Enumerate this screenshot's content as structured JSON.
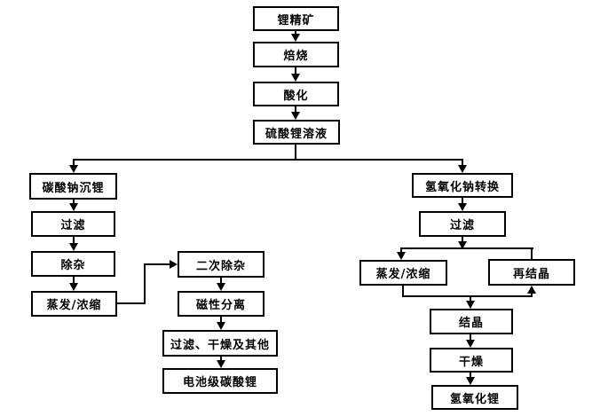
{
  "diagram": {
    "colors": {
      "background": "#ffffff",
      "line": "#000000",
      "text": "#000000"
    },
    "nodes": {
      "lithium_concentrate": {
        "label": "锂精矿"
      },
      "roasting": {
        "label": "焙烧"
      },
      "acidification": {
        "label": "酸化"
      },
      "lithium_sulfate_solution": {
        "label": "硫酸锂溶液"
      },
      "sodium_carbonate_precipitation": {
        "label": "碳酸钠沉锂"
      },
      "filtration_1": {
        "label": "过滤"
      },
      "impurity_removal": {
        "label": "除杂"
      },
      "evaporation_concentration_1": {
        "label": "蒸发/浓缩"
      },
      "secondary_impurity_removal": {
        "label": "二次除杂"
      },
      "magnetic_separation": {
        "label": "磁性分离"
      },
      "filtration_drying_others": {
        "label": "过滤、干燥及其他"
      },
      "battery_grade_lithium_carbonate": {
        "label": "电池级碳酸锂"
      },
      "naoh_conversion": {
        "label": "氢氧化钠转换"
      },
      "filtration_2": {
        "label": "过滤"
      },
      "evaporation_concentration_2": {
        "label": "蒸发/浓缩"
      },
      "recrystallization": {
        "label": "再结晶"
      },
      "crystallization": {
        "label": "结晶"
      },
      "drying": {
        "label": "干燥"
      },
      "lithium_hydroxide": {
        "label": "氢氧化锂"
      }
    },
    "edges": [
      {
        "from": "lithium_concentrate",
        "to": "roasting"
      },
      {
        "from": "roasting",
        "to": "acidification"
      },
      {
        "from": "acidification",
        "to": "lithium_sulfate_solution"
      },
      {
        "from": "lithium_sulfate_solution",
        "to": "sodium_carbonate_precipitation"
      },
      {
        "from": "lithium_sulfate_solution",
        "to": "naoh_conversion"
      },
      {
        "from": "sodium_carbonate_precipitation",
        "to": "filtration_1"
      },
      {
        "from": "filtration_1",
        "to": "impurity_removal"
      },
      {
        "from": "impurity_removal",
        "to": "evaporation_concentration_1"
      },
      {
        "from": "evaporation_concentration_1",
        "to": "secondary_impurity_removal"
      },
      {
        "from": "secondary_impurity_removal",
        "to": "magnetic_separation"
      },
      {
        "from": "magnetic_separation",
        "to": "filtration_drying_others"
      },
      {
        "from": "filtration_drying_others",
        "to": "battery_grade_lithium_carbonate"
      },
      {
        "from": "naoh_conversion",
        "to": "filtration_2"
      },
      {
        "from": "filtration_2",
        "to": "evaporation_concentration_2"
      },
      {
        "from": "filtration_2",
        "to": "recrystallization"
      },
      {
        "from": "evaporation_concentration_2",
        "to": "crystallization"
      },
      {
        "from": "evaporation_concentration_2",
        "to": "recrystallization"
      },
      {
        "from": "crystallization",
        "to": "drying"
      },
      {
        "from": "drying",
        "to": "lithium_hydroxide"
      }
    ]
  }
}
